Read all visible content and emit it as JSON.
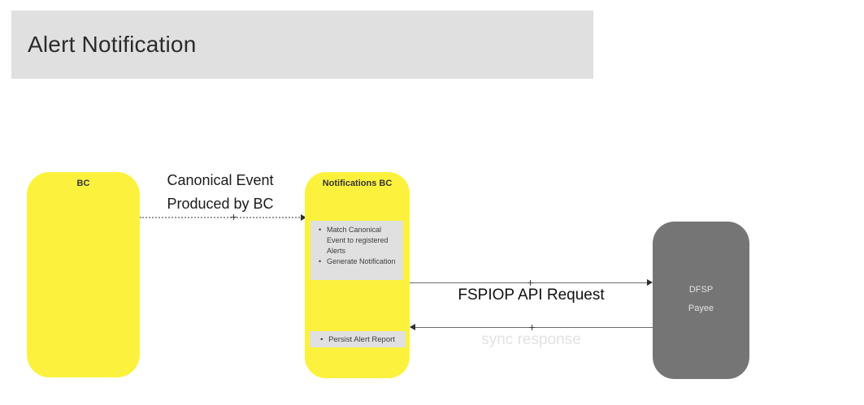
{
  "header": {
    "title": "Alert Notification"
  },
  "colors": {
    "banner_bg": "#e0e0e0",
    "node_yellow": "#fcf23e",
    "node_gray": "#757575",
    "task_box_bg": "#e0e0e0",
    "edge_line": "#6d6d6d",
    "faded_label": "#e2e2e2"
  },
  "nodes": {
    "bc": {
      "label": "BC"
    },
    "notifications_bc": {
      "label": "Notifications BC",
      "tasks": [
        "Match Canonical Event to registered Alerts",
        "Generate Notification"
      ],
      "persist_task": "Persist Alert Report"
    },
    "dfsp": {
      "line1": "DFSP",
      "line2": "Payee"
    }
  },
  "edges": {
    "canonical_event": {
      "label_line1": "Canonical Event",
      "label_line2": "Produced by BC",
      "style": "dotted",
      "from": "BC",
      "to": "Notifications BC"
    },
    "fspiop_request": {
      "label": "FSPIOP API Request",
      "style": "solid",
      "from": "Notifications BC",
      "to": "DFSP Payee"
    },
    "sync_response": {
      "label": "sync response",
      "style": "solid",
      "from": "DFSP Payee",
      "to": "Notifications BC"
    }
  }
}
